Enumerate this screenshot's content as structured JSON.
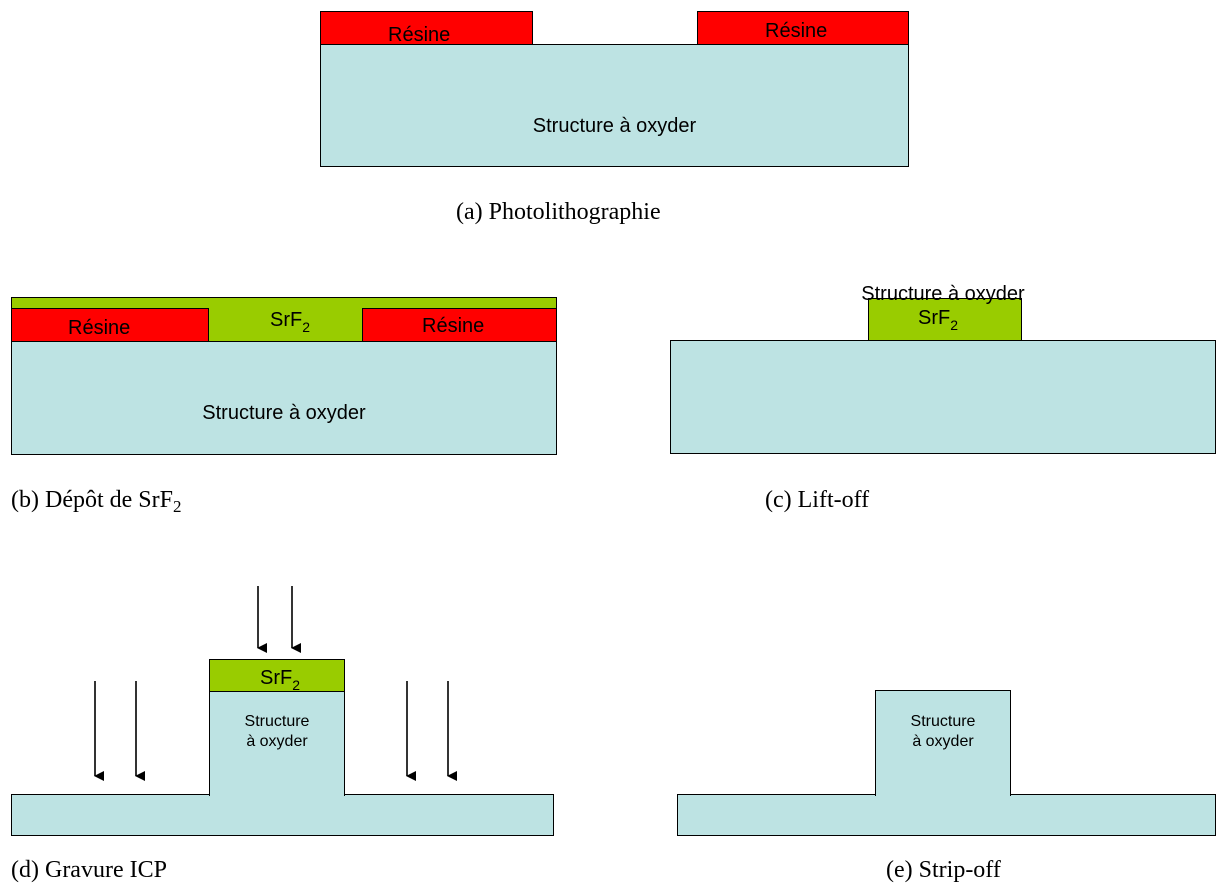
{
  "colors": {
    "substrate": "#bde3e3",
    "resin": "#ff0000",
    "srf2": "#99cc00",
    "outline": "#000000"
  },
  "a": {
    "caption": "(a)  Photolithographie",
    "resin_left": "Résine",
    "resin_right": "Résine",
    "substrate": "Structure à oxyder"
  },
  "b": {
    "caption": "(b) Dépôt de SrF",
    "caption_sub": "2",
    "resin_left": "Résine",
    "resin_right": "Résine",
    "srf2_base": "SrF",
    "srf2_sub": "2",
    "substrate": "Structure à oxyder"
  },
  "c": {
    "caption": "(c) Lift-off",
    "srf2_base": "SrF",
    "srf2_sub": "2",
    "substrate": "Structure à oxyder"
  },
  "d": {
    "caption": "(d) Gravure ICP",
    "srf2_base": "SrF",
    "srf2_sub": "2",
    "mesa_line1": "Structure",
    "mesa_line2": "à oxyder"
  },
  "e": {
    "caption": "(e) Strip-off",
    "mesa_line1": "Structure",
    "mesa_line2": "à oxyder"
  }
}
